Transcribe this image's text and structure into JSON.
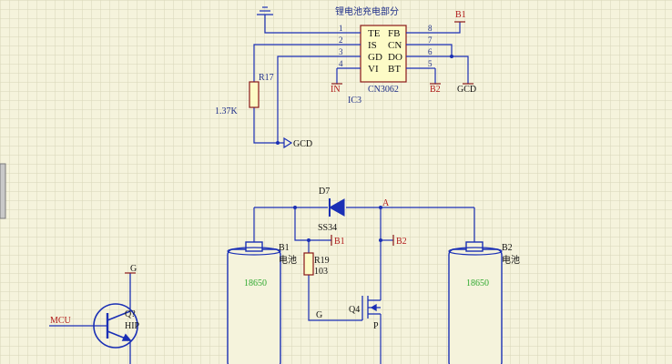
{
  "colors": {
    "grid": "#d8d6b8",
    "wire": "#1a2fb5",
    "outline": "#8a1818",
    "chip_fill": "#fdfbc6",
    "text": "#1f2f8a",
    "red_text": "#b01818",
    "green_text": "#2ea82e"
  },
  "ic3": {
    "title": "锂电池充电部分",
    "left_pins": [
      {
        "num": "1",
        "name": "TE"
      },
      {
        "num": "2",
        "name": "IS"
      },
      {
        "num": "3",
        "name": "GD"
      },
      {
        "num": "4",
        "name": "VI"
      }
    ],
    "right_pins": [
      {
        "num": "8",
        "name": "FB"
      },
      {
        "num": "7",
        "name": "CN"
      },
      {
        "num": "6",
        "name": "DO"
      },
      {
        "num": "5",
        "name": "BT"
      }
    ],
    "part": "CN3062",
    "designator": "IC3",
    "net_in": "IN",
    "net_b2": "B2",
    "net_gcd": "GCD",
    "net_b1": "B1"
  },
  "r17": {
    "ref": "R17",
    "value": "1.37K"
  },
  "gcd_port": "GCD",
  "d7": {
    "ref": "D7",
    "part": "SS34"
  },
  "node_a": "A",
  "net_b1_left": "B1",
  "net_b2_mid": "B2",
  "r19": {
    "ref": "R19",
    "value": "103"
  },
  "q4": {
    "ref": "Q4",
    "pin_g": "G",
    "pin_p": "P"
  },
  "battery_b1": {
    "ref": "B1",
    "type": "电池",
    "model": "18650"
  },
  "battery_b2": {
    "ref": "B2",
    "type": "电池",
    "model": "18650"
  },
  "q_transistor": {
    "ref": "Q?",
    "type": "HIP",
    "base_net": "MCU",
    "top_net": "G"
  }
}
